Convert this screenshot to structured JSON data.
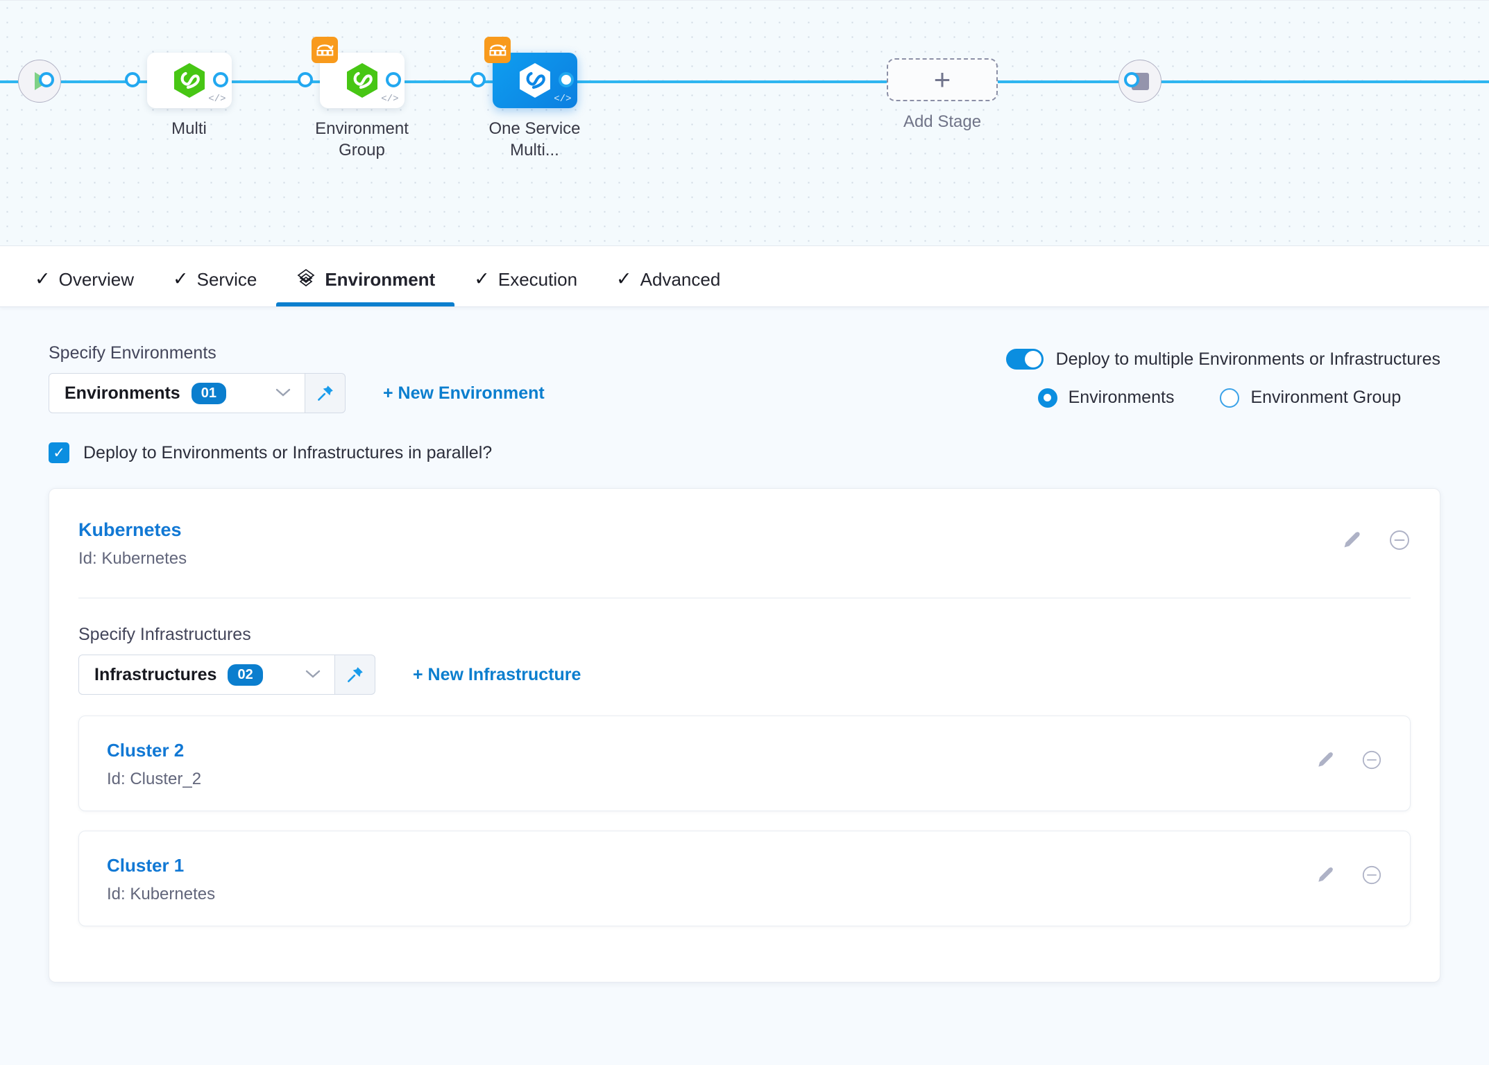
{
  "pipeline": {
    "start_node": "start-node",
    "end_node": "end-node",
    "stages": [
      {
        "label": "Multi",
        "selected": false,
        "has_matrix_badge": false
      },
      {
        "label": "Environment Group",
        "selected": false,
        "has_matrix_badge": true
      },
      {
        "label": "One Service Multi...",
        "selected": true,
        "has_matrix_badge": true
      }
    ],
    "add_stage_label": "Add Stage",
    "add_stage_plus": "+"
  },
  "tabs": [
    {
      "label": "Overview",
      "icon": "check-icon",
      "active": false
    },
    {
      "label": "Service",
      "icon": "check-icon",
      "active": false
    },
    {
      "label": "Environment",
      "icon": "layers-icon",
      "active": true
    },
    {
      "label": "Execution",
      "icon": "check-icon",
      "active": false
    },
    {
      "label": "Advanced",
      "icon": "check-icon",
      "active": false
    }
  ],
  "tab_check_glyph": "✓",
  "environments": {
    "label": "Specify Environments",
    "select_value": "Environments",
    "count": "01",
    "chevron": "⌄",
    "new_link": "+ New Environment"
  },
  "multi_deploy": {
    "toggle_label": "Deploy to multiple Environments or Infrastructures",
    "toggle_on": true,
    "options": [
      {
        "label": "Environments",
        "selected": true
      },
      {
        "label": "Environment Group",
        "selected": false
      }
    ]
  },
  "parallel": {
    "label": "Deploy to Environments or Infrastructures in parallel?",
    "checked": true,
    "tick": "✓"
  },
  "environment_card": {
    "title": "Kubernetes",
    "id_text": "Id: Kubernetes",
    "edit_icon": "pencil-icon",
    "remove_icon": "minus-circle-icon"
  },
  "infrastructures": {
    "label": "Specify Infrastructures",
    "select_value": "Infrastructures",
    "count": "02",
    "chevron": "⌄",
    "new_link": "+ New Infrastructure",
    "items": [
      {
        "title": "Cluster 2",
        "id_text": "Id: Cluster_2"
      },
      {
        "title": "Cluster 1",
        "id_text": "Id: Kubernetes"
      }
    ]
  },
  "colors": {
    "accent_blue": "#0b7ece",
    "toggle_blue": "#0b8ee0",
    "link_blue": "#1178d4",
    "rail_blue": "#2eb5f0",
    "badge_orange": "#f89a1c",
    "node_green": "#47c614",
    "canvas_bg": "#f4fafd"
  }
}
